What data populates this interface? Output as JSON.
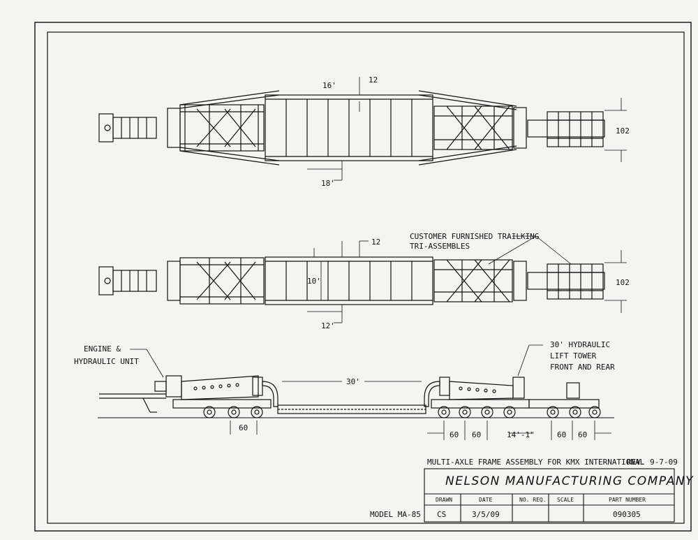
{
  "plan_top": {
    "dim_upper": "16'",
    "dim_upper_small": "12",
    "dim_lower": "18'",
    "width": "102"
  },
  "plan_middle": {
    "dim_upper_small": "12",
    "dim_inner": "10'",
    "dim_lower": "12'",
    "width": "102",
    "callout_line1": "CUSTOMER FURNISHED TRAILKING",
    "callout_line2": "TRI-ASSEMBLES"
  },
  "elevation": {
    "engine_line1": "ENGINE &",
    "engine_line2": "HYDRAULIC UNIT",
    "tower_line1": "30' HYDRAULIC",
    "tower_line2": "LIFT TOWER",
    "tower_line3": "FRONT AND REAR",
    "span": "30'",
    "dim_left_axle": "60",
    "dim_r1": "60",
    "dim_r2": "60",
    "dim_r3": "14'-1\"",
    "dim_r4": "60",
    "dim_r5": "60"
  },
  "title_block": {
    "description": "MULTI-AXLE FRAME ASSEMBLY FOR KMX INTERNATIONAL",
    "revision": "REV. 9-7-09",
    "company": "NELSON MANUFACTURING COMPANY",
    "model": "MODEL   MA-85",
    "headers": [
      "DRAWN",
      "DATE",
      "NO. REQ.",
      "SCALE",
      "PART NUMBER"
    ],
    "values": [
      "CS",
      "3/5/09",
      "",
      "",
      "090305"
    ]
  }
}
